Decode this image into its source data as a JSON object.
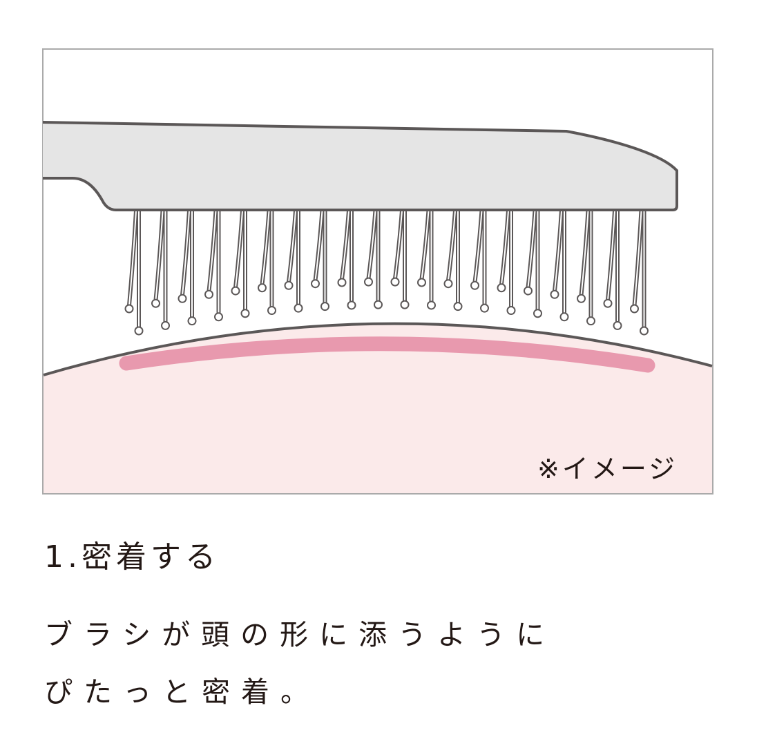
{
  "illustration": {
    "note": "※イメージ",
    "bristle_pairs": 20,
    "colors": {
      "outline": "#5b5757",
      "brush_fill": "#e5e5e5",
      "scalp_fill": "#fbeaea",
      "contact_band": "#e899ae",
      "frame": "#aaaaaa"
    }
  },
  "heading": "1.密着する",
  "description": [
    "ブラシが頭の形に添うように",
    "ぴたっと密着。"
  ]
}
